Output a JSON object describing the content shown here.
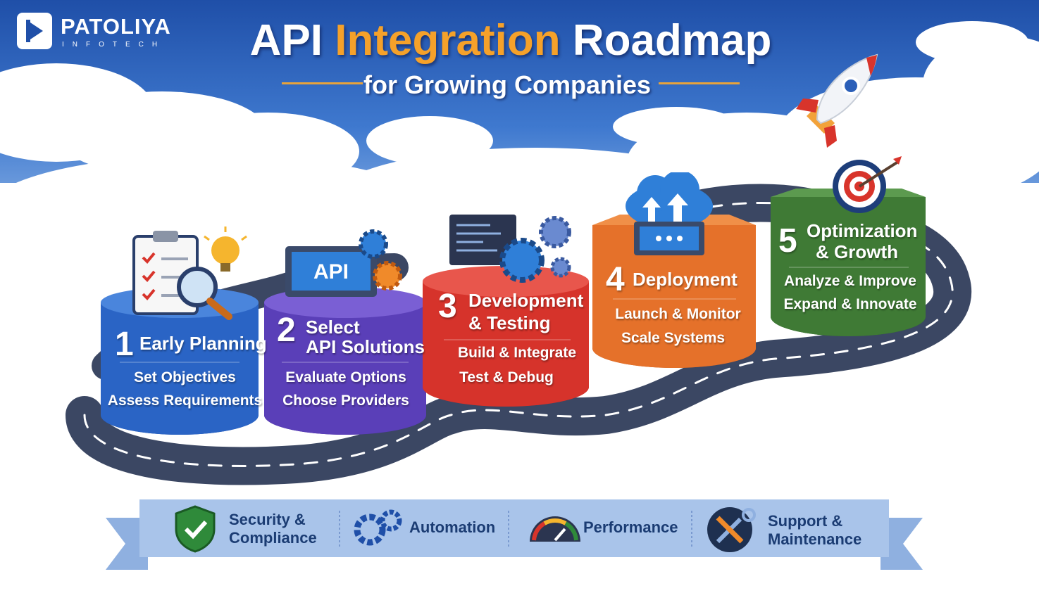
{
  "brand": {
    "name": "PATOLIYA",
    "tagline": "INFOTECH"
  },
  "title": {
    "part1": "API",
    "accent": "Integration",
    "part2": "Roadmap"
  },
  "subtitle": "for Growing Companies",
  "stages": [
    {
      "number": "1",
      "title_lines": [
        "Early Planning"
      ],
      "items": [
        "Set Objectives",
        "Assess Requirements"
      ],
      "color": "#2a64c5",
      "icon": "clipboard-magnifier-icon"
    },
    {
      "number": "2",
      "title_lines": [
        "Select",
        "API Solutions"
      ],
      "items": [
        "Evaluate Options",
        "Choose Providers"
      ],
      "color": "#5a3fb8",
      "icon": "api-monitor-icon"
    },
    {
      "number": "3",
      "title_lines": [
        "Development",
        "& Testing"
      ],
      "items": [
        "Build & Integrate",
        "Test & Debug"
      ],
      "color": "#d6332b",
      "icon": "code-gear-icon"
    },
    {
      "number": "4",
      "title_lines": [
        "Deployment"
      ],
      "items": [
        "Launch & Monitor",
        "Scale Systems"
      ],
      "color": "#e5712a",
      "icon": "cloud-upload-icon"
    },
    {
      "number": "5",
      "title_lines": [
        "Optimization",
        "& Growth"
      ],
      "items": [
        "Analyze & Improve",
        "Expand & Innovate"
      ],
      "color": "#3f7a35",
      "icon": "target-icon"
    }
  ],
  "icon_labels": {
    "api": "API"
  },
  "banner": [
    {
      "label_lines": [
        "Security &",
        "Compliance"
      ],
      "icon": "shield-check-icon"
    },
    {
      "label_lines": [
        "Automation"
      ],
      "icon": "gears-icon"
    },
    {
      "label_lines": [
        "Performance"
      ],
      "icon": "speedometer-icon"
    },
    {
      "label_lines": [
        "Support &",
        "Maintenance"
      ],
      "icon": "tools-icon"
    }
  ],
  "colors": {
    "sky_top": "#1f4fa8",
    "sky_mid": "#3f79cf",
    "accent_orange": "#f5a12a",
    "road": "#3b4763",
    "banner": "#a9c4ea",
    "banner_text": "#1b3c73"
  }
}
